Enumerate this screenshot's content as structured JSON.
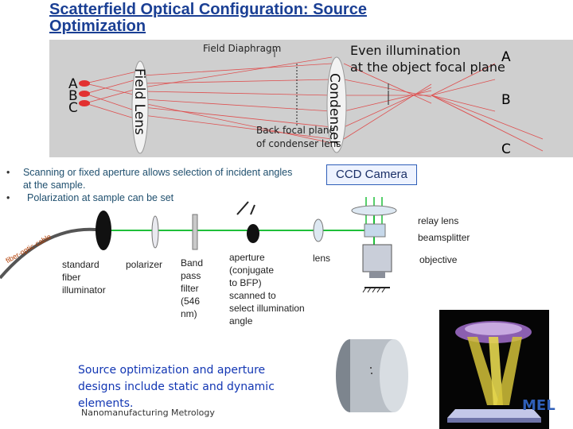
{
  "title": "Scatterfield Optical Configuration: Source Optimization",
  "top_diagram": {
    "field_diaphragm": "Field Diaphragm",
    "even_illumination": [
      "Even illumination",
      "at the object focal plane"
    ],
    "back_focal_plane": [
      "Back focal plane",
      "of condenser lens"
    ],
    "field_lens": "Field Lens",
    "condenser": "Condenser",
    "source_labels": [
      "A",
      "B",
      "C"
    ],
    "right_labels": [
      "A",
      "B",
      "C"
    ]
  },
  "bullets": [
    "Scanning or fixed aperture allows selection of incident angles at the sample.",
    "Polarization at sample can be set"
  ],
  "ccd_camera": "CCD Camera",
  "labels": {
    "relay_lens": "relay lens",
    "beamsplitter": "beamsplitter",
    "lens": "lens",
    "objective": "objective",
    "fiber_illuminator": [
      "standard",
      "fiber",
      "illuminator"
    ],
    "polarizer": "polarizer",
    "bandpass": [
      "Band",
      "pass",
      "filter",
      "(546",
      "nm)"
    ],
    "aperture": [
      "aperture",
      "(conjugate",
      "to BFP)",
      "scanned to",
      "select illumination",
      "angle"
    ],
    "curved_text": "fiber-optic-cable"
  },
  "source_text": "Source optimization and aperture designs include static and dynamic elements.",
  "footer": "Nanomanufacturing Metrology",
  "logo": "MEL",
  "colors": {
    "title": "#1a3f94",
    "beam_red": "#e23030",
    "beam_green": "#1fbf3a",
    "link_blue": "#1236b3"
  }
}
